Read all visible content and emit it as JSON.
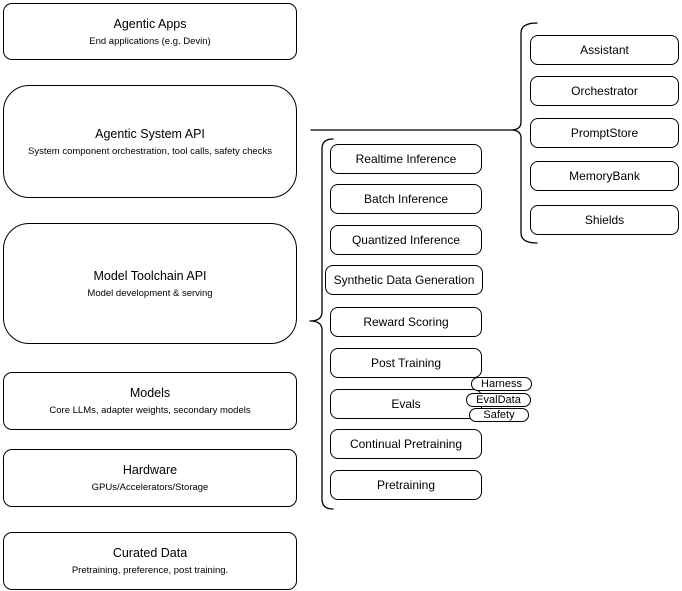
{
  "diagram": {
    "stack": [
      {
        "title": "Agentic Apps",
        "subtitle": "End applications (e.g. Devin)"
      },
      {
        "title": "Agentic System API",
        "subtitle": "System component orchestration, tool calls, safety checks"
      },
      {
        "title": "Model Toolchain API",
        "subtitle": "Model development & serving"
      },
      {
        "title": "Models",
        "subtitle": "Core LLMs, adapter weights, secondary models"
      },
      {
        "title": "Hardware",
        "subtitle": "GPUs/Accelerators/Storage"
      },
      {
        "title": "Curated Data",
        "subtitle": "Pretraining, preference, post training."
      }
    ],
    "toolchain": {
      "items": [
        "Realtime Inference",
        "Batch Inference",
        "Quantized Inference",
        "Synthetic Data Generation",
        "Reward Scoring",
        "Post Training",
        "Evals",
        "Continual Pretraining",
        "Pretraining"
      ],
      "eval_tags": [
        "Harness",
        "EvalData",
        "Safety"
      ]
    },
    "system": {
      "items": [
        "Assistant",
        "Orchestrator",
        "PromptStore",
        "MemoryBank",
        "Shields"
      ]
    },
    "colors": {
      "stroke": "#000000",
      "fill": "#ffffff",
      "text": "#000000",
      "background": "#ffffff"
    }
  }
}
